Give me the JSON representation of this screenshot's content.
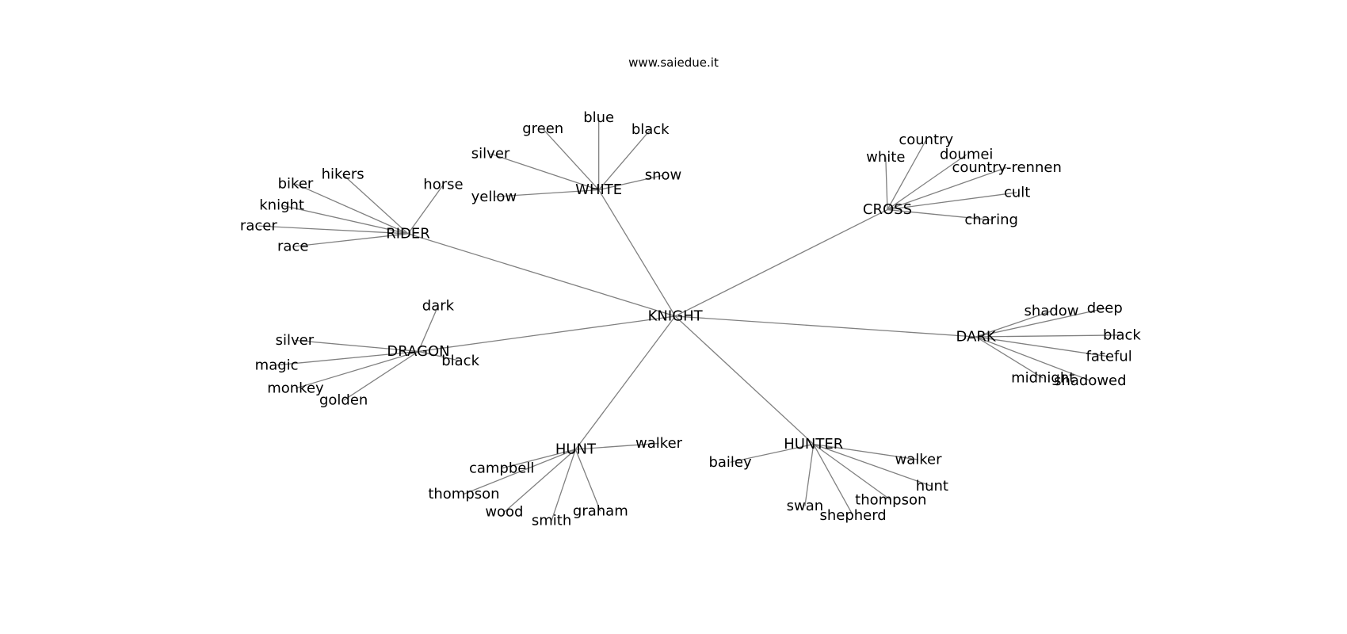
{
  "title": "www.saiedue.it",
  "colors": {
    "edge": "#808080",
    "text": "#000000",
    "background": "#ffffff"
  },
  "graph": {
    "root": "KNIGHT",
    "hubs": [
      {
        "id": "WHITE",
        "label": "WHITE",
        "leaves": [
          "green",
          "blue",
          "black",
          "silver",
          "snow",
          "yellow"
        ]
      },
      {
        "id": "CROSS",
        "label": "CROSS",
        "leaves": [
          "country",
          "white",
          "doumei",
          "country-rennen",
          "cult",
          "charing"
        ]
      },
      {
        "id": "RIDER",
        "label": "RIDER",
        "leaves": [
          "hikers",
          "biker",
          "horse",
          "knight",
          "racer",
          "race"
        ]
      },
      {
        "id": "DRAGON",
        "label": "DRAGON",
        "leaves": [
          "dark",
          "silver",
          "magic",
          "black",
          "monkey",
          "golden"
        ]
      },
      {
        "id": "DARK",
        "label": "DARK",
        "leaves": [
          "shadow",
          "deep",
          "black",
          "fateful",
          "midnight",
          "shadowed"
        ]
      },
      {
        "id": "HUNT",
        "label": "HUNT",
        "leaves": [
          "walker",
          "campbell",
          "thompson",
          "wood",
          "smith",
          "graham"
        ]
      },
      {
        "id": "HUNTER",
        "label": "HUNTER",
        "leaves": [
          "walker",
          "bailey",
          "hunt",
          "thompson",
          "swan",
          "shepherd"
        ]
      }
    ]
  }
}
